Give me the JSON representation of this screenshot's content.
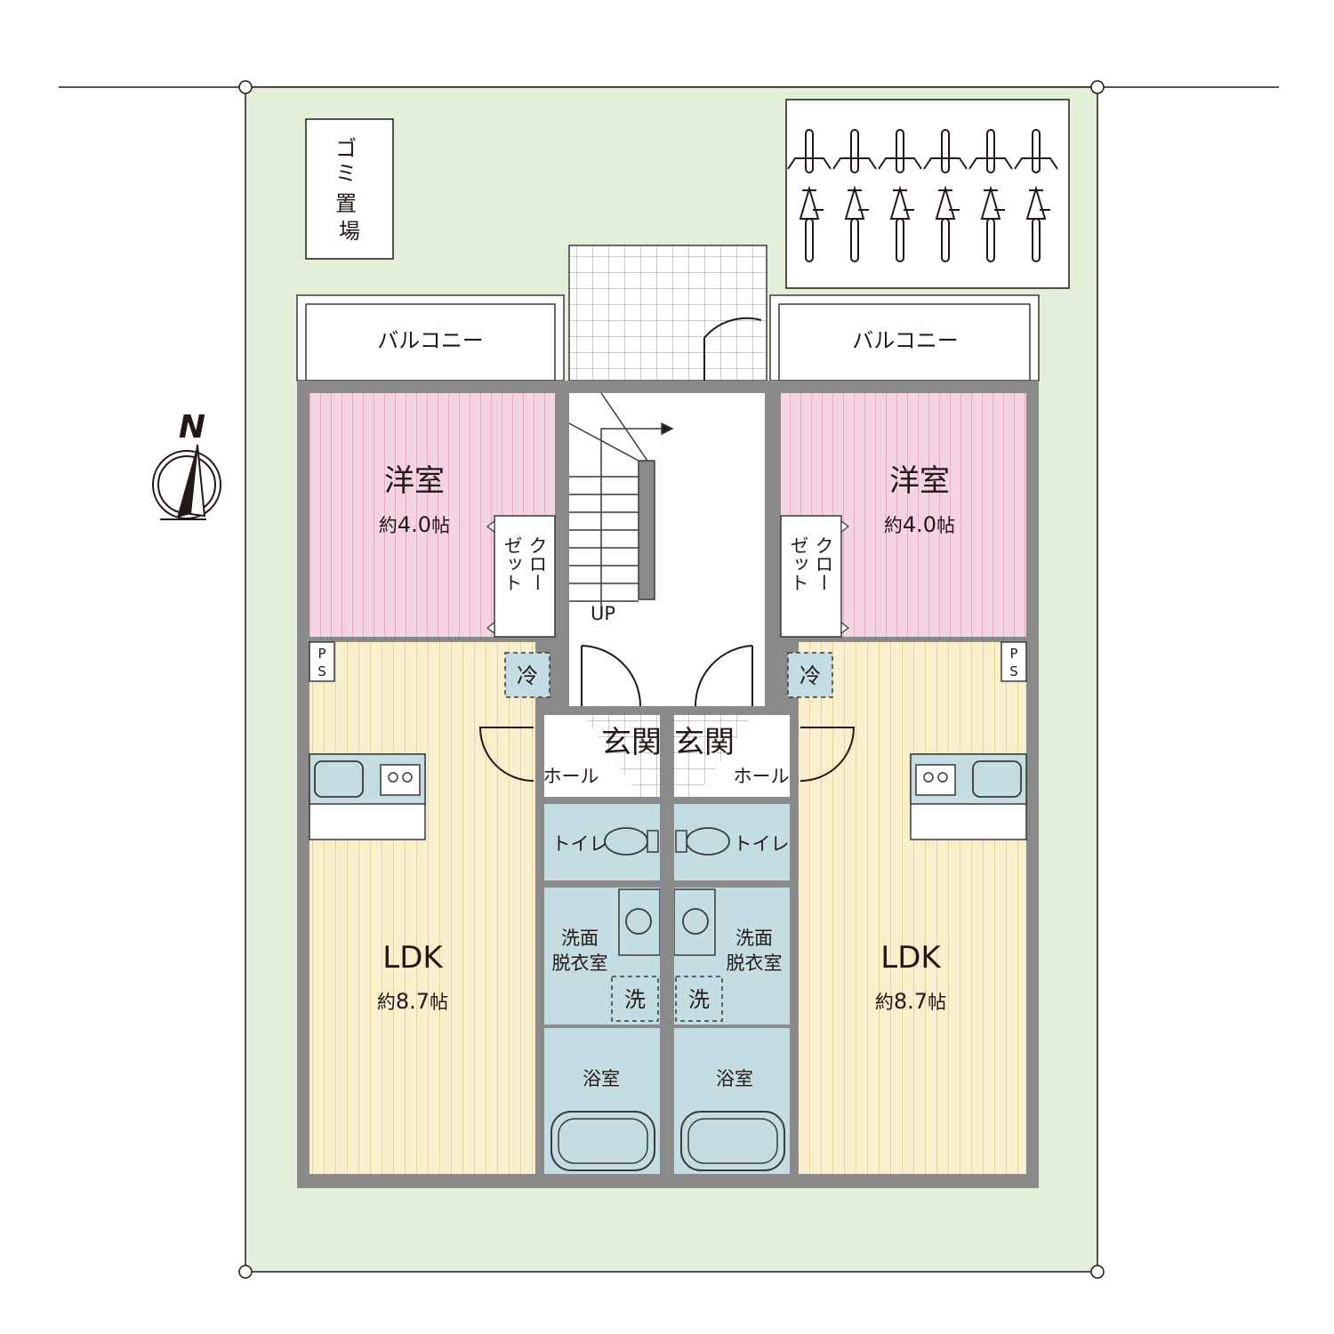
{
  "colors": {
    "site": "#e4efd9",
    "western_room": "#f3d4e3",
    "ldk": "#f9efcd",
    "wet_area": "#c3dde3",
    "wall": "#8a8a8a",
    "line": "#231815"
  },
  "compass": {
    "north": "N"
  },
  "garbage": {
    "label": "ゴミ置場"
  },
  "bicycle_parking": {
    "count": 6
  },
  "stairs": {
    "label": "UP"
  },
  "units": [
    {
      "balcony": "バルコニー",
      "western": {
        "name": "洋室",
        "area_prefix": "約",
        "area_value": "4.0",
        "area_suffix": "帖"
      },
      "closet": [
        "ゼット",
        "クロー"
      ],
      "ps": [
        "P",
        "S"
      ],
      "fridge": "冷",
      "ldk": {
        "name": "LDK",
        "area_prefix": "約",
        "area_value": "8.7",
        "area_suffix": "帖"
      },
      "entrance": "玄関",
      "hall": "ホール",
      "toilet": "トイレ",
      "washroom": [
        "洗面",
        "脱衣室"
      ],
      "washer": "洗",
      "bath": "浴室"
    },
    {
      "balcony": "バルコニー",
      "western": {
        "name": "洋室",
        "area_prefix": "約",
        "area_value": "4.0",
        "area_suffix": "帖"
      },
      "closet": [
        "ゼット",
        "クロー"
      ],
      "ps": [
        "P",
        "S"
      ],
      "fridge": "冷",
      "ldk": {
        "name": "LDK",
        "area_prefix": "約",
        "area_value": "8.7",
        "area_suffix": "帖"
      },
      "entrance": "玄関",
      "hall": "ホール",
      "toilet": "トイレ",
      "washroom": [
        "洗面",
        "脱衣室"
      ],
      "washer": "洗",
      "bath": "浴室"
    }
  ]
}
